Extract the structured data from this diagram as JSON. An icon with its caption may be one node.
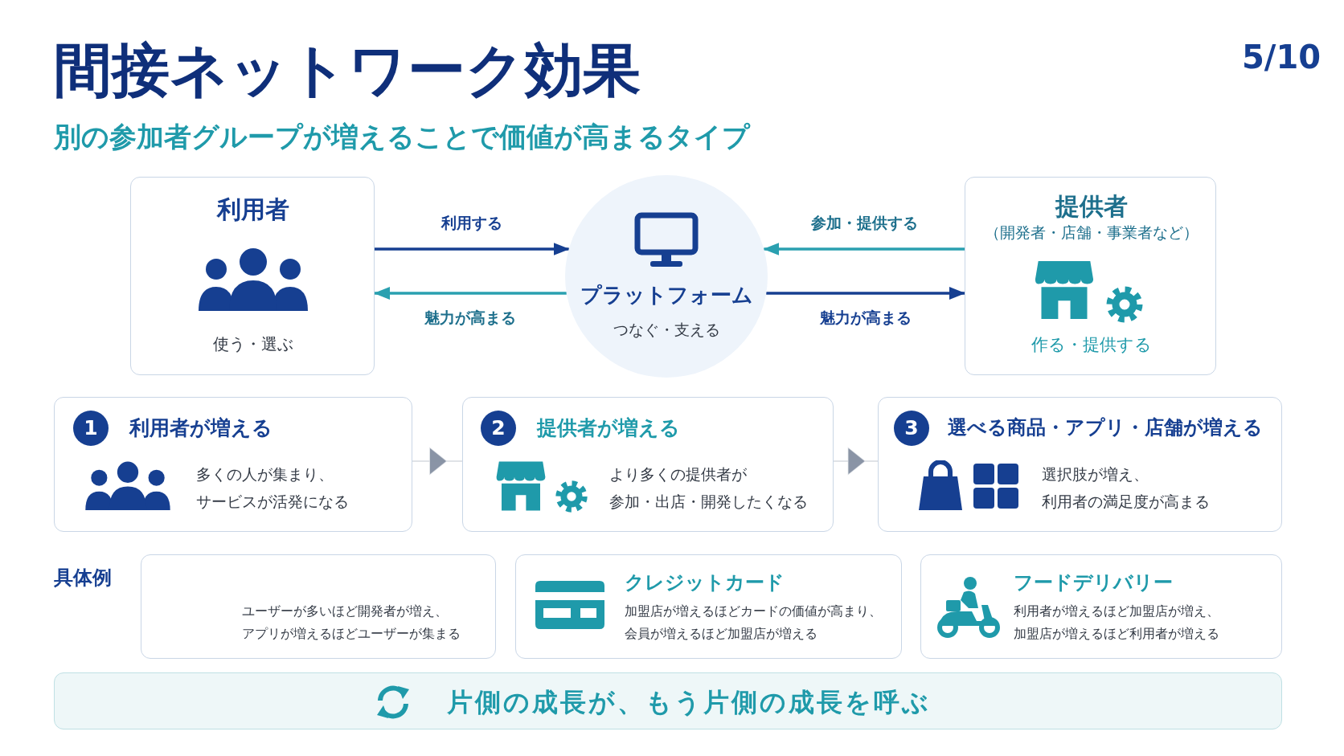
{
  "diagram": {
    "title": "間接ネットワーク効果",
    "nodes": [
      {
        "text": [
          "利用者",
          "使う・選ぶ"
        ]
      },
      {
        "text": [
          "プラットフォーム",
          "つなぐ・支える"
        ]
      },
      {
        "text": [
          "提供者",
          "（開発者・店舗・事業者など）",
          "作る・提供する"
        ]
      },
      {
        "text": [
          "1",
          "利用者が増える",
          "多くの人が集まり、サービスが活発になる"
        ]
      },
      {
        "text": [
          "2",
          "提供者が増える",
          "より多くの提供者が参加・出店・開発したくなる"
        ]
      },
      {
        "text": [
          "3",
          "選べる商品・アプリ・店舗が増える",
          "選択肢が増え、利用者の満足度が高まる"
        ]
      },
      {
        "text": [
          "ユーザーが多いほど開発者が増え、アプリが増えるほどユーザーが集まる"
        ]
      },
      {
        "text": [
          "クレジットカード",
          "加盟店が増えるほどカードの価値が高まり、会員が増えるほど加盟店が増える"
        ]
      },
      {
        "text": [
          "フードデリバリー",
          "利用者が増えるほど加盟店が増え、加盟店が増えるほど利用者が増える"
        ]
      },
      {
        "text": [
          "片側の成長が、もう片側の成長を呼ぶ"
        ]
      }
    ],
    "edges": [
      {
        "from": 0,
        "to": 1,
        "arrow": "to",
        "label": "利用する"
      },
      {
        "from": 1,
        "to": 0,
        "arrow": "to",
        "label": "魅力が高まる",
        "color": "#2aa0b0"
      },
      {
        "from": 2,
        "to": 1,
        "arrow": "to",
        "label": "参加・提供する",
        "color": "#2aa0b0"
      },
      {
        "from": 1,
        "to": 2,
        "arrow": "to",
        "label": "魅力が高まる"
      },
      {
        "from": 3,
        "to": 4,
        "arrow": "to",
        "color": "#8a94a6"
      },
      {
        "from": 4,
        "to": 5,
        "arrow": "to",
        "color": "#8a94a6"
      }
    ],
    "labels": [
      "5/10",
      "別の参加者グループが増えることで価値が高まるタイプ",
      "具体例"
    ]
  }
}
